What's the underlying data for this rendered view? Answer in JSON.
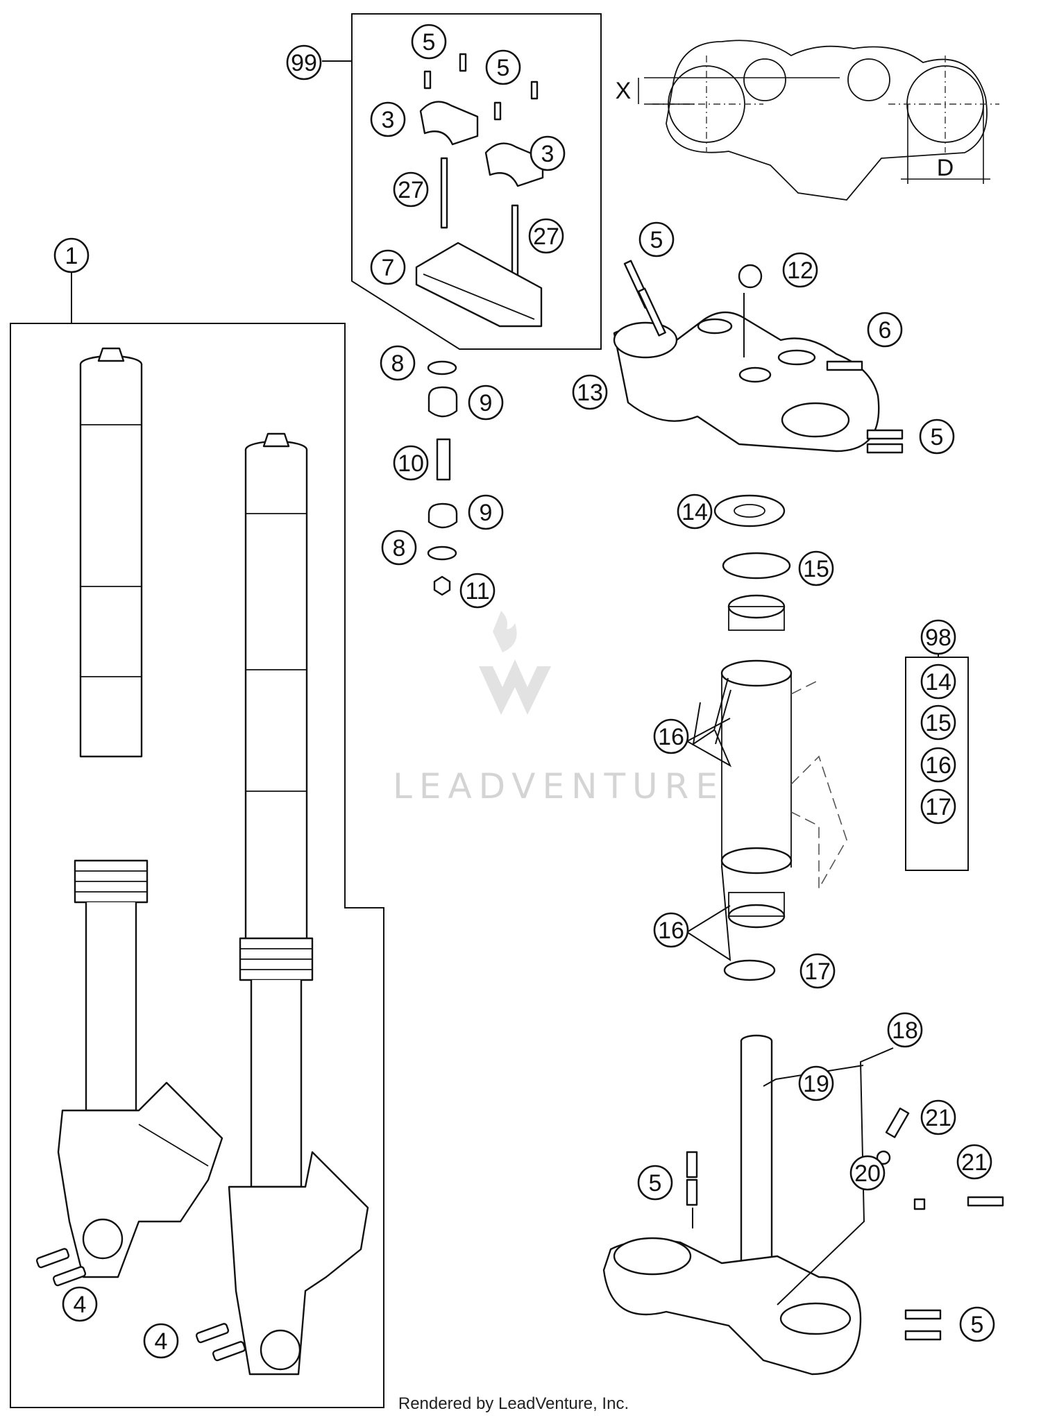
{
  "diagram": {
    "callouts": [
      "1",
      "3",
      "3",
      "4",
      "4",
      "5",
      "5",
      "5",
      "5",
      "5",
      "5",
      "6",
      "7",
      "8",
      "8",
      "9",
      "9",
      "10",
      "11",
      "12",
      "13",
      "14",
      "14",
      "15",
      "15",
      "16",
      "16",
      "16",
      "17",
      "17",
      "18",
      "19",
      "20",
      "21",
      "21",
      "27",
      "27",
      "98",
      "99"
    ],
    "kit_98_items": [
      "14",
      "15",
      "16",
      "17"
    ],
    "dimension_labels": {
      "x": "X",
      "d": "D"
    },
    "watermark": "LEADVENTURE",
    "footer": "Rendered by LeadVenture, Inc."
  }
}
